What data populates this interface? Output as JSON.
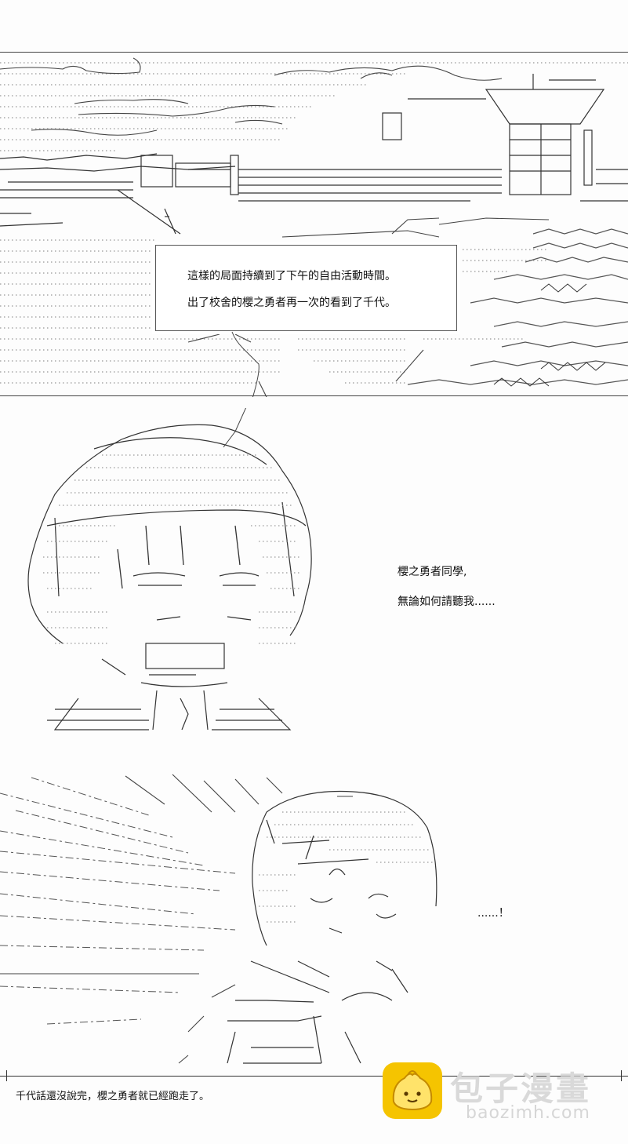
{
  "caption": {
    "line1": "這樣的局面持續到了下午的自由活動時間。",
    "line2": "出了校舍的櫻之勇者再一次的看到了千代。"
  },
  "dialog": {
    "line1": "櫻之勇者同學,",
    "line2": "無論如何請聽我......",
    "reaction": "......！"
  },
  "narration": "千代話還沒說完，櫻之勇者就已經跑走了。",
  "watermark": {
    "brand": "包子漫畫",
    "url": "baozimh.com",
    "accent": "#f5c400"
  }
}
